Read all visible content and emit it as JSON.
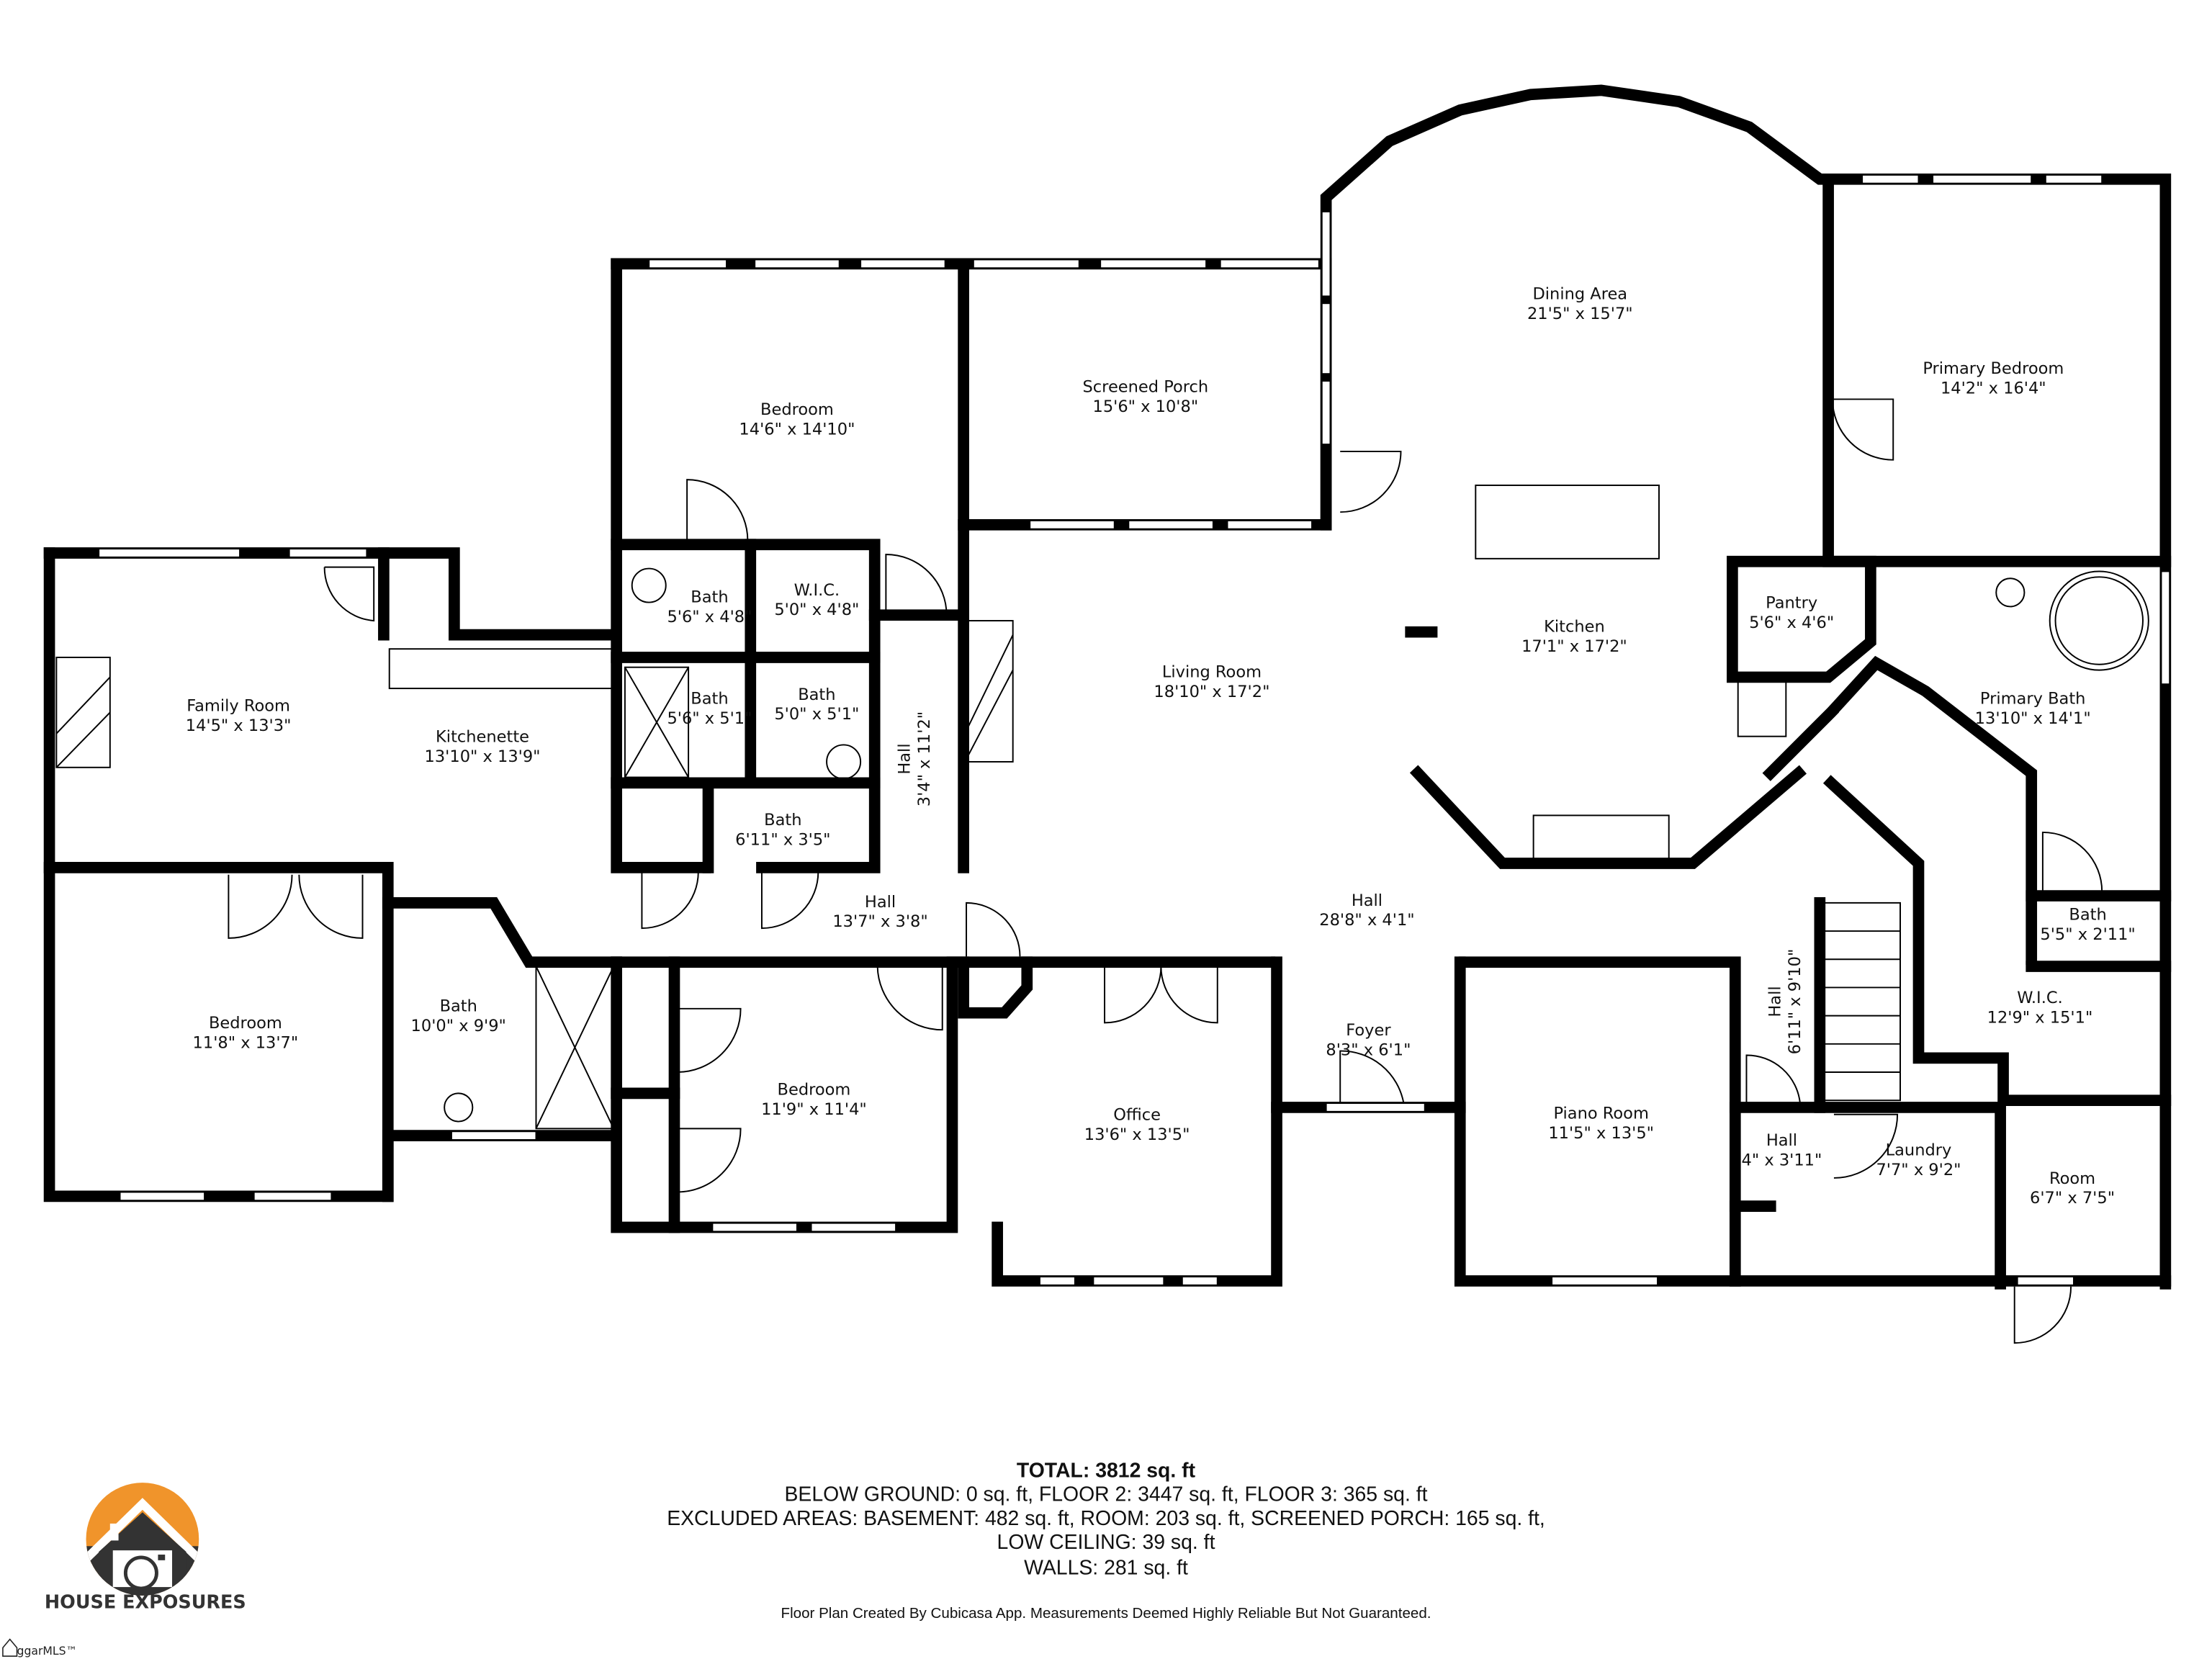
{
  "floor_plan": {
    "rooms": [
      {
        "name": "Dining Area",
        "size": "21'5\" x 15'7\""
      },
      {
        "name": "Screened Porch",
        "size": "15'6\" x 10'8\""
      },
      {
        "name": "Primary Bedroom",
        "size": "14'2\" x 16'4\""
      },
      {
        "name": "Bedroom",
        "size": "14'6\" x 14'10\""
      },
      {
        "name": "Bath",
        "size": "5'6\" x 4'8\""
      },
      {
        "name": "W.I.C.",
        "size": "5'0\" x 4'8\""
      },
      {
        "name": "Pantry",
        "size": "5'6\" x 4'6\""
      },
      {
        "name": "Kitchen",
        "size": "17'1\" x 17'2\""
      },
      {
        "name": "Living Room",
        "size": "18'10\" x 17'2\""
      },
      {
        "name": "Family Room",
        "size": "14'5\" x 13'3\""
      },
      {
        "name": "Primary Bath",
        "size": "13'10\" x 14'1\""
      },
      {
        "name": "Bath",
        "size": "5'6\" x 5'1\""
      },
      {
        "name": "Bath",
        "size": "5'0\" x 5'1\""
      },
      {
        "name": "Kitchenette",
        "size": "13'10\" x 13'9\""
      },
      {
        "name": "Hall",
        "size": "3'4\" x 11'2\""
      },
      {
        "name": "Bath",
        "size": "6'11\" x 3'5\""
      },
      {
        "name": "Hall",
        "size": "13'7\" x 3'8\""
      },
      {
        "name": "Hall",
        "size": "28'8\" x 4'1\""
      },
      {
        "name": "Bath",
        "size": "5'5\" x 2'11\""
      },
      {
        "name": "Hall",
        "size": "6'11\" x 9'10\""
      },
      {
        "name": "W.I.C.",
        "size": "12'9\" x 15'1\""
      },
      {
        "name": "Bedroom",
        "size": "11'8\" x 13'7\""
      },
      {
        "name": "Bath",
        "size": "10'0\" x 9'9\""
      },
      {
        "name": "Foyer",
        "size": "8'3\" x 6'1\""
      },
      {
        "name": "Bedroom",
        "size": "11'9\" x 11'4\""
      },
      {
        "name": "Office",
        "size": "13'6\" x 13'5\""
      },
      {
        "name": "Piano Room",
        "size": "11'5\" x 13'5\""
      },
      {
        "name": "Hall",
        "size": "4\" x 3'11\""
      },
      {
        "name": "Laundry",
        "size": "7'7\" x 9'2\""
      },
      {
        "name": "Room",
        "size": "6'7\" x 7'5\""
      }
    ]
  },
  "summary": {
    "total": "TOTAL: 3812 sq. ft",
    "line1": "BELOW GROUND: 0 sq. ft, FLOOR 2: 3447 sq. ft, FLOOR 3: 365 sq. ft",
    "line2": "EXCLUDED AREAS: BASEMENT: 482 sq. ft, ROOM: 203 sq. ft, SCREENED PORCH: 165 sq. ft,",
    "line3": "LOW CEILING: 39 sq. ft",
    "line4": "WALLS: 281 sq. ft",
    "disclaimer": "Floor Plan Created By Cubicasa App. Measurements Deemed Highly Reliable But Not Guaranteed."
  },
  "logo": {
    "brand": "HOUSE EXPOSURES",
    "orange": "#F0942B",
    "dark": "#333333"
  },
  "watermark": {
    "text": "ggarMLS™"
  }
}
